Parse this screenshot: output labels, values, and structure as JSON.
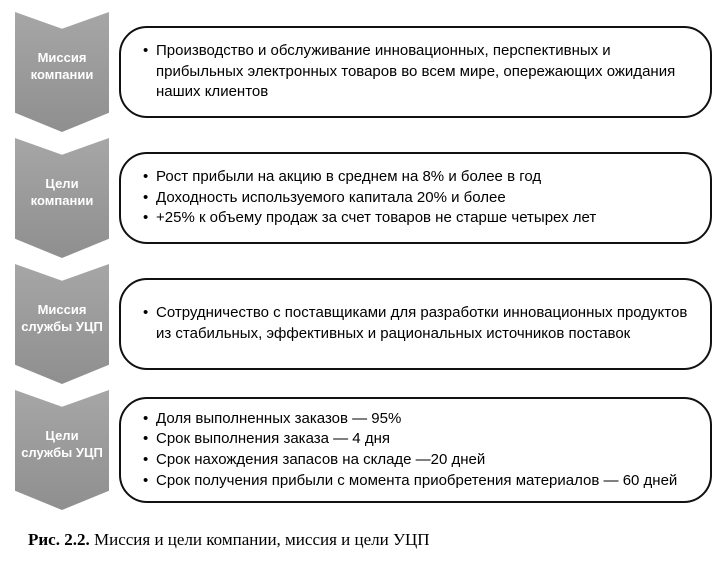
{
  "rows": [
    {
      "label": "Миссия компании",
      "bullets": [
        "Производство и обслуживание инновационных, перспективных и прибыльных электронных товаров во всем мире, опережающих ожидания наших клиентов"
      ]
    },
    {
      "label": "Цели компании",
      "bullets": [
        "Рост прибыли на акцию в среднем на 8% и более в год",
        "Доходность используемого капитала 20% и более",
        "+25% к объему продаж за счет товаров не старше четырех лет"
      ]
    },
    {
      "label": "Миссия службы УЦП",
      "bullets": [
        "Сотрудничество с поставщиками для разработки инновационных продуктов из стабильных, эффективных и рациональных источников поставок"
      ]
    },
    {
      "label": "Цели службы УЦП",
      "bullets": [
        "Доля выполненных заказов — 95%",
        "Срок выполнения заказа — 4 дня",
        "Срок нахождения запасов на складе —20 дней",
        "Срок получения прибыли с момента приобретения материалов — 60 дней"
      ]
    }
  ],
  "caption": {
    "prefix": "Рис. 2.2.",
    "text": "Миссия и цели компании, миссия и цели УЦП"
  },
  "colors": {
    "chevron_fill": "#9a9a9a",
    "chevron_text": "#ffffff",
    "box_border": "#111111",
    "background": "#ffffff"
  }
}
